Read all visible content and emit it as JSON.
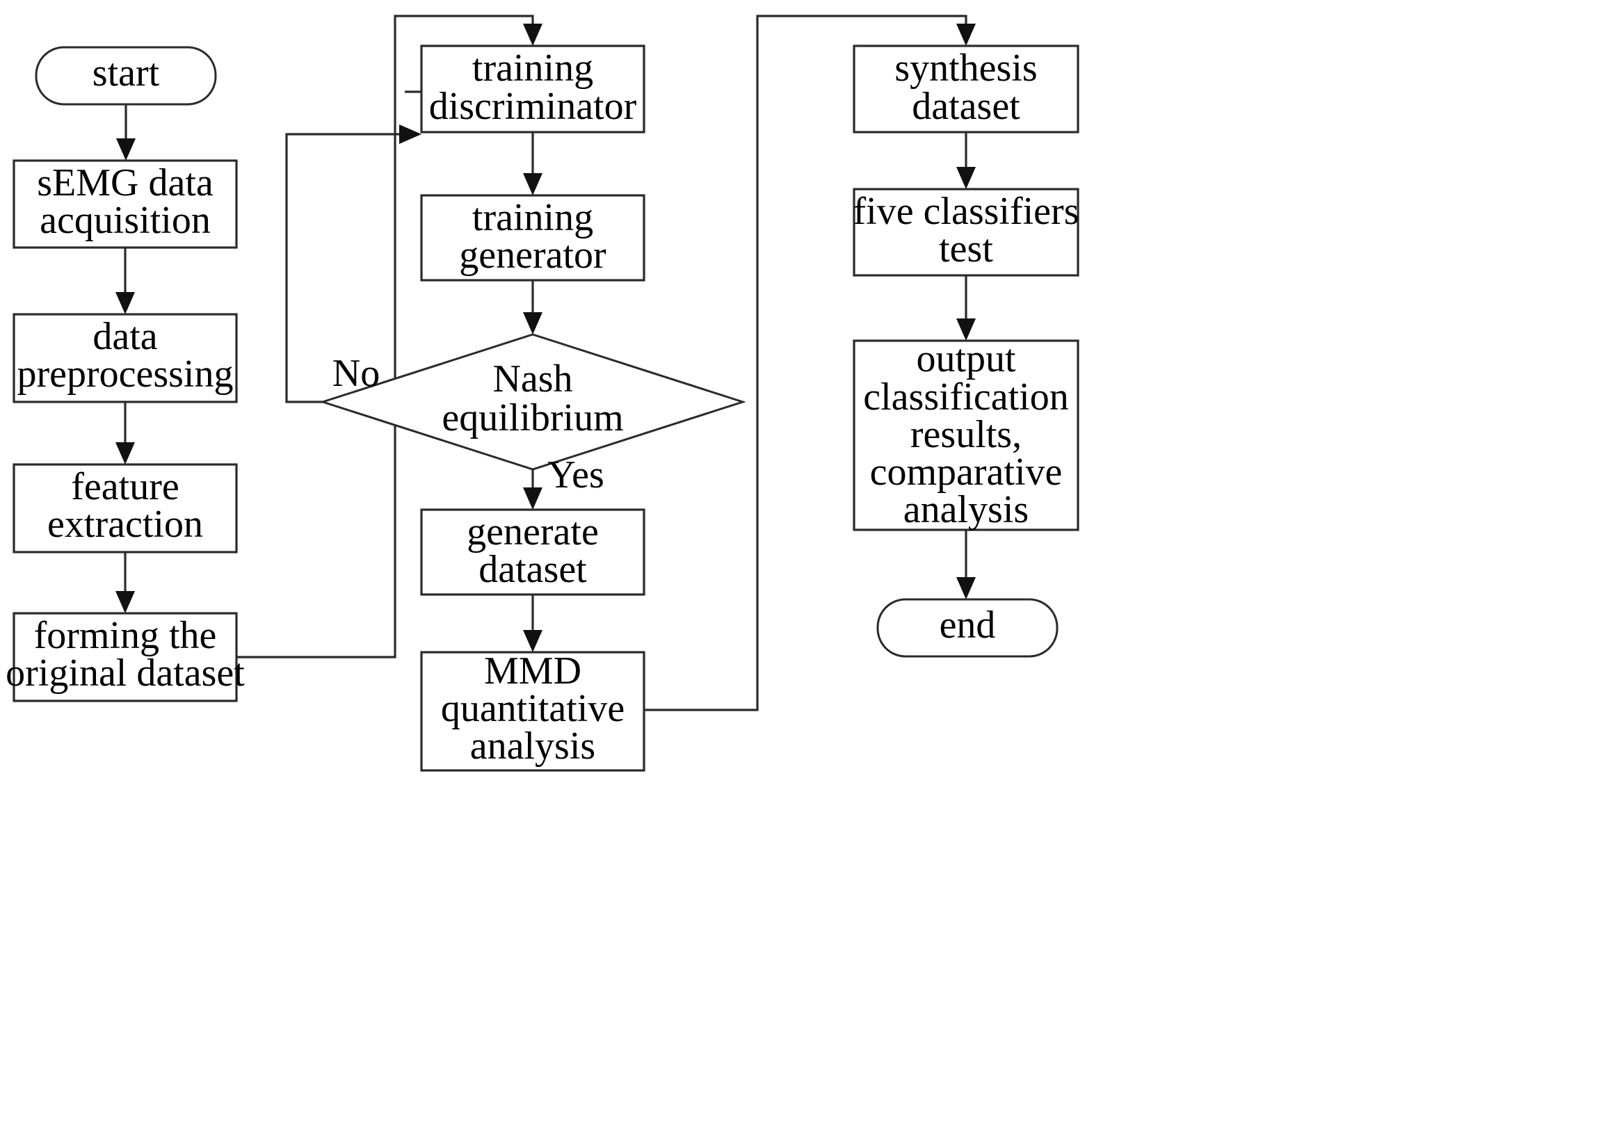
{
  "diagram": {
    "title": "sEMG GAN data augmentation and classification workflow",
    "type": "flowchart",
    "background_color": "#ffffff",
    "stroke_color": "#2b2b2b",
    "text_color": "#000000",
    "nodes": [
      {
        "id": "start",
        "shape": "terminator",
        "lines": [
          "start"
        ]
      },
      {
        "id": "acquisition",
        "shape": "process",
        "lines": [
          "sEMG data",
          "acquisition"
        ]
      },
      {
        "id": "preprocessing",
        "shape": "process",
        "lines": [
          "data",
          "preprocessing"
        ]
      },
      {
        "id": "feature",
        "shape": "process",
        "lines": [
          "feature",
          "extraction"
        ]
      },
      {
        "id": "original",
        "shape": "process",
        "lines": [
          "forming the",
          "original dataset"
        ]
      },
      {
        "id": "discriminator",
        "shape": "process",
        "lines": [
          "training",
          "discriminator"
        ]
      },
      {
        "id": "generator",
        "shape": "process",
        "lines": [
          "training",
          "generator"
        ]
      },
      {
        "id": "nash",
        "shape": "decision",
        "lines": [
          "Nash",
          "equilibrium"
        ]
      },
      {
        "id": "gen_dataset",
        "shape": "process",
        "lines": [
          "generate",
          "dataset"
        ]
      },
      {
        "id": "mmd",
        "shape": "process",
        "lines": [
          "MMD",
          "quantitative",
          "analysis"
        ]
      },
      {
        "id": "synthesis",
        "shape": "process",
        "lines": [
          "synthesis",
          "dataset"
        ]
      },
      {
        "id": "classifiers",
        "shape": "process",
        "lines": [
          "five classifiers",
          "test"
        ]
      },
      {
        "id": "output",
        "shape": "process",
        "lines": [
          "output",
          "classification",
          "results,",
          "comparative",
          "analysis"
        ]
      },
      {
        "id": "end",
        "shape": "terminator",
        "lines": [
          "end"
        ]
      }
    ],
    "edge_labels": [
      {
        "id": "no",
        "text": "No"
      },
      {
        "id": "yes",
        "text": "Yes"
      }
    ],
    "edges": [
      {
        "from": "start",
        "to": "acquisition",
        "label": ""
      },
      {
        "from": "acquisition",
        "to": "preprocessing",
        "label": ""
      },
      {
        "from": "preprocessing",
        "to": "feature",
        "label": ""
      },
      {
        "from": "feature",
        "to": "original",
        "label": ""
      },
      {
        "from": "original",
        "to": "discriminator",
        "label": ""
      },
      {
        "from": "discriminator",
        "to": "generator",
        "label": ""
      },
      {
        "from": "generator",
        "to": "nash",
        "label": ""
      },
      {
        "from": "nash",
        "to": "discriminator",
        "label": "No"
      },
      {
        "from": "nash",
        "to": "gen_dataset",
        "label": "Yes"
      },
      {
        "from": "gen_dataset",
        "to": "mmd",
        "label": ""
      },
      {
        "from": "mmd",
        "to": "synthesis",
        "label": ""
      },
      {
        "from": "synthesis",
        "to": "classifiers",
        "label": ""
      },
      {
        "from": "classifiers",
        "to": "output",
        "label": ""
      },
      {
        "from": "output",
        "to": "end",
        "label": ""
      }
    ]
  }
}
